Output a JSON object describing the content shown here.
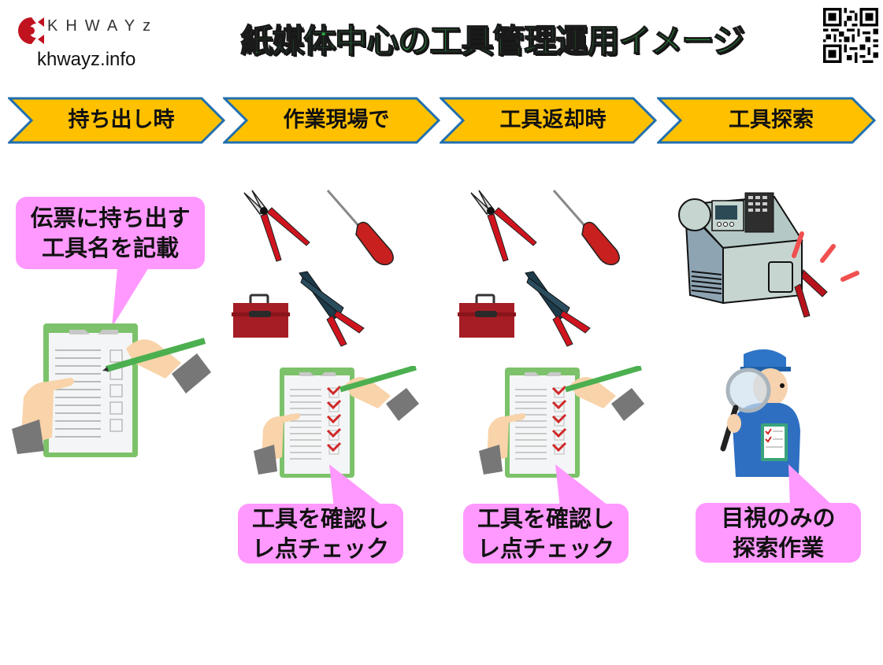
{
  "brand": {
    "logo_text": "KHWAYz",
    "site_url": "khwayz.info",
    "logo_color": "#c1121f"
  },
  "title": "紙媒体中心の工具管理運用イメージ",
  "qr_code": {
    "icon": "qr-code-icon"
  },
  "steps": [
    {
      "label": "持ち出し時"
    },
    {
      "label": "作業現場で"
    },
    {
      "label": "工具返却時"
    },
    {
      "label": "工具探索"
    }
  ],
  "bubbles": [
    {
      "lines": [
        "伝票に持ち出す",
        "工具名を記載"
      ]
    },
    {
      "lines": [
        "工具を確認し",
        "レ点チェック"
      ]
    },
    {
      "lines": [
        "工具を確認し",
        "レ点チェック"
      ]
    },
    {
      "lines": [
        "目視のみの",
        "探索作業"
      ]
    }
  ],
  "colors": {
    "chevron_fill": "#ffc000",
    "chevron_border": "#1f6fb0",
    "bubble_fill": "#ff99ff",
    "title_fill": "#2db04b",
    "clipboard_green": "#7cc26a",
    "tool_red": "#c8141e"
  },
  "illustrations": {
    "step1": [
      "clipboard-blank-icon",
      "hand-writing-pencil-icon"
    ],
    "step2": [
      "tin-snips-icon",
      "screwdriver-icon",
      "toolbox-icon",
      "crimping-pliers-icon",
      "clipboard-checked-icon"
    ],
    "step3": [
      "tin-snips-icon",
      "screwdriver-icon",
      "toolbox-icon",
      "crimping-pliers-icon",
      "clipboard-checked-icon"
    ],
    "step4": [
      "machine-with-tool-stuck-icon",
      "worker-with-magnifier-icon"
    ]
  }
}
